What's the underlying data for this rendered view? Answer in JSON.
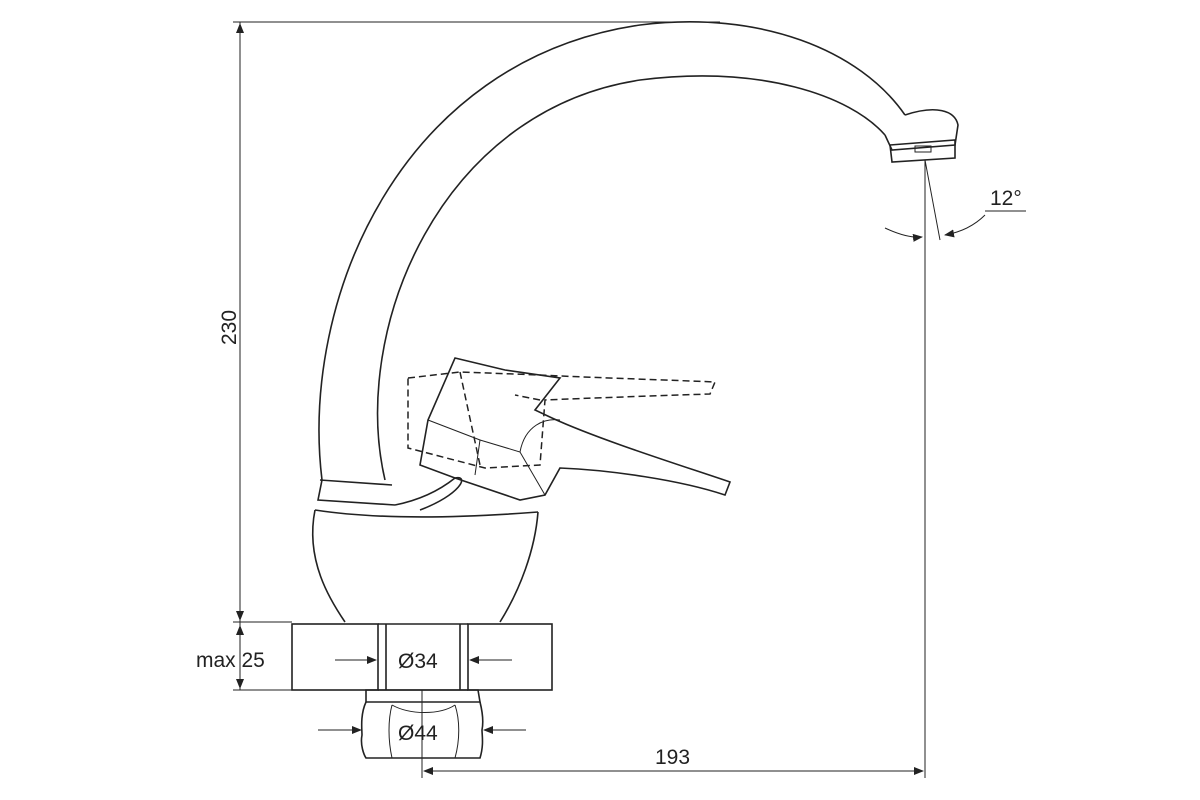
{
  "drawing": {
    "subject": "faucet",
    "dimensions": {
      "height": "230",
      "angle": "12°",
      "countertop_thickness": "max 25",
      "hole_diameter": "Ø34",
      "nut_diameter": "Ø44",
      "reach": "193"
    },
    "colors": {
      "line": "#222222",
      "background": "#ffffff"
    }
  }
}
